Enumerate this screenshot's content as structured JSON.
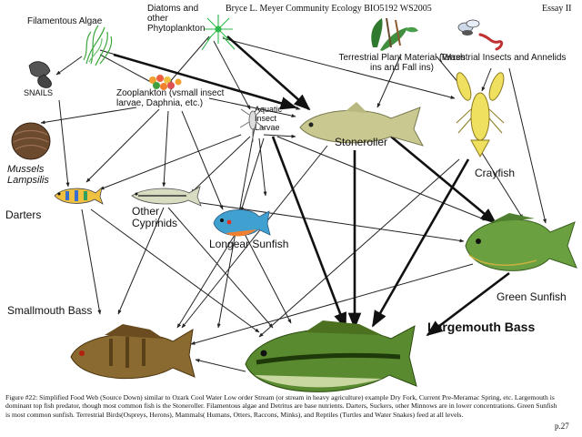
{
  "header": {
    "author": "Bryce L. Meyer  Community Ecology BIO5192 WS2005",
    "essay": "Essay II"
  },
  "nodes": {
    "filamentous_algae": "Filamentous Algae",
    "diatoms": "Diatoms and other Phytoplankton",
    "terrestrial_plant": "Terrestrial Plant Material (Wash ins and Fall ins)",
    "terrestrial_insects": "Terrestrial Insects and Annelids",
    "snails": "SNAILS",
    "zooplankton": "Zooplankton (vsmall insect larvae, Daphnia, etc.)",
    "aquatic_insect": "Aquatic Insect Larvae",
    "stoneroller": "Stoneroller",
    "crayfish": "Crayfish",
    "mussels": "Mussels Lampsilis",
    "darters": "Darters",
    "other_cyprinids": "Other Cyprinids",
    "longear": "Longear Sunfish",
    "green_sunfish": "Green Sunfish",
    "smallmouth": "Smallmouth Bass",
    "largemouth": "Largemouth Bass"
  },
  "caption": "Figure #22: Simplified Food Web (Source Down) similar to Ozark Cool Water Low order Stream (or stream in heavy agriculture) example Dry Fork, Current Pre-Meramac Spring, etc.  Largemouth is dominant top fish predator, though most common fish is the Stoneroller. Filamentous algae and Detritus are base nutrients. Darters, Suckers, other Minnows are in lower concentrations. Green Sunfish is most common sunfish. Terrestrial Birds(Ospreys, Herons), Mammals( Humans, Otters, Raccons, Minks), and Reptiles (Turtles and Water Snakes) feed at all levels.",
  "page_number": "p.27",
  "icons": {
    "algae": "filamentous-algae-icon",
    "diatom": "diatom-icon",
    "plant": "terrestrial-plant-icon",
    "insect": "terrestrial-insect-icon",
    "snail": "snail-icon",
    "zooplankton": "zooplankton-icon",
    "larva": "aquatic-larva-icon",
    "stoneroller": "stoneroller-fish-icon",
    "crayfish": "crayfish-icon",
    "mussel": "mussel-icon",
    "darter": "darter-fish-icon",
    "cyprinid": "cyprinid-fish-icon",
    "longear": "longear-sunfish-icon",
    "green_sunfish": "green-sunfish-icon",
    "smallmouth": "smallmouth-bass-icon",
    "largemouth": "largemouth-bass-icon"
  },
  "colors": {
    "algae": "#3aa63a",
    "stoneroller": "#c8c890",
    "crayfish": "#f0e060",
    "green_sunfish": "#6aa040",
    "largemouth": "#5a8a30",
    "smallmouth": "#8a6a30",
    "longear": "#40a0d0",
    "mussel": "#6b4a2e"
  }
}
